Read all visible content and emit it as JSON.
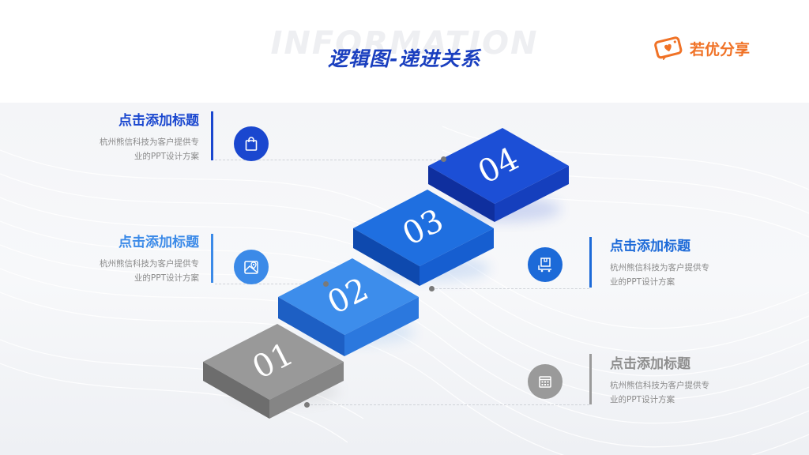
{
  "header": {
    "watermark": "INFORMATION",
    "title": "逻辑图-递进关系"
  },
  "logo": {
    "text": "若优分享",
    "color": "#f07226"
  },
  "steps": [
    {
      "number": "01",
      "color": "#8e8e8e"
    },
    {
      "number": "02",
      "color": "#3b8ae8"
    },
    {
      "number": "03",
      "color": "#1c6ad8"
    },
    {
      "number": "04",
      "color": "#1a47cf"
    }
  ],
  "items": [
    {
      "id": "04",
      "title": "点击添加标题",
      "desc_line1": "杭州熊信科技为客户提供专",
      "desc_line2": "业的PPT设计方案",
      "icon": "shopping-bag-icon",
      "accent": "#1a47cf"
    },
    {
      "id": "03",
      "title": "点击添加标题",
      "desc_line1": "杭州熊信科技为客户提供专",
      "desc_line2": "业的PPT设计方案",
      "icon": "box-delivery-icon",
      "accent": "#1c6ad8"
    },
    {
      "id": "02",
      "title": "点击添加标题",
      "desc_line1": "杭州熊信科技为客户提供专",
      "desc_line2": "业的PPT设计方案",
      "icon": "map-location-icon",
      "accent": "#3b8ae8"
    },
    {
      "id": "01",
      "title": "点击添加标题",
      "desc_line1": "杭州熊信科技为客户提供专",
      "desc_line2": "业的PPT设计方案",
      "icon": "calendar-icon",
      "accent": "#8e8e8e"
    }
  ]
}
